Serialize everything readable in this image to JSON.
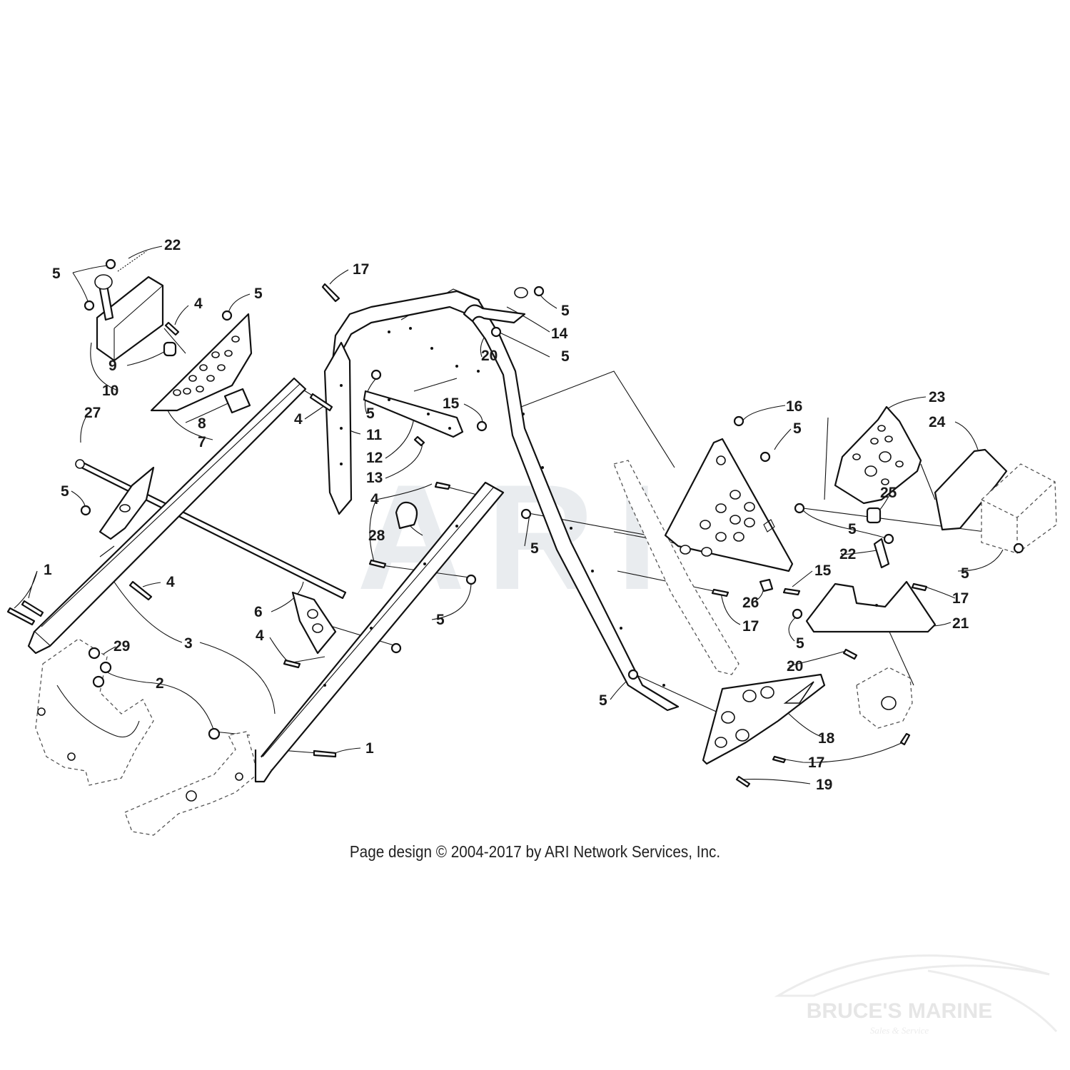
{
  "watermark": "ARI",
  "copyright": "Page design © 2004-2017 by ARI Network Services, Inc.",
  "brand": {
    "name": "BRUCE'S MARINE",
    "tagline": "Sales & Service"
  },
  "callouts": {
    "c22a": "22",
    "c5a": "5",
    "c4a": "4",
    "c5b": "5",
    "c9": "9",
    "c10": "10",
    "c8": "8",
    "c7": "7",
    "c27": "27",
    "c4b": "4",
    "c5c": "5",
    "c1a": "1",
    "c4c": "4",
    "c3": "3",
    "c29": "29",
    "c2": "2",
    "c6": "6",
    "c4d": "4",
    "c1b": "1",
    "c17a": "17",
    "c11": "11",
    "c5d": "5",
    "c12": "12",
    "c13": "13",
    "c15a": "15",
    "c4e": "4",
    "c28": "28",
    "c5e": "5",
    "c5f": "5",
    "c14": "14",
    "c20a": "20",
    "c5g": "5",
    "c16": "16",
    "c5h": "5",
    "c23": "23",
    "c24": "24",
    "c25": "25",
    "c5i": "5",
    "c22b": "22",
    "c15b": "15",
    "c26": "26",
    "c17b": "17",
    "c17c": "17",
    "c21": "21",
    "c5j": "5",
    "c20b": "20",
    "c5k": "5",
    "c5l": "5",
    "c18": "18",
    "c17d": "17",
    "c19": "19"
  }
}
